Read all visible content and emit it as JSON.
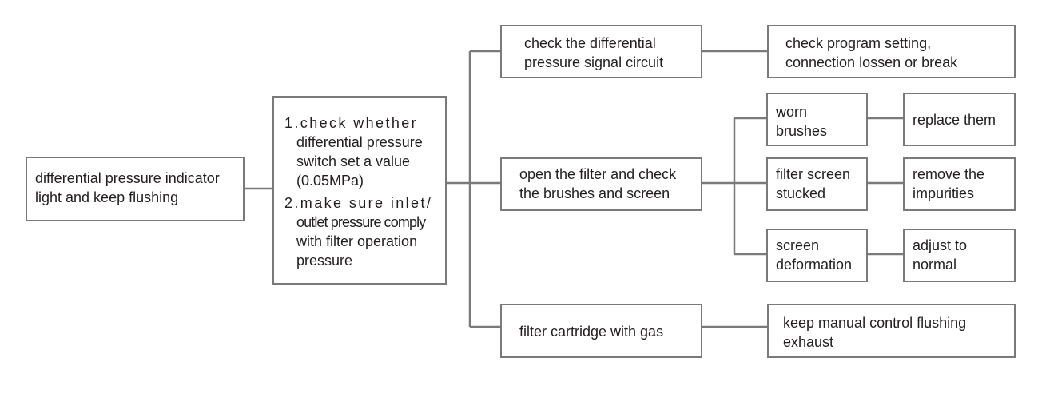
{
  "nodes": {
    "root": [
      "differential pressure indicator",
      "light and keep flushing"
    ],
    "check": {
      "item1_head": "1.check whether",
      "item1_rest": [
        "differential pressure",
        "switch set a value",
        "(0.05MPa)"
      ],
      "item2_head": "2.make sure inlet/",
      "item2_narrow": "outlet pressure comply",
      "item2_rest": [
        "with filter operation",
        "pressure"
      ]
    },
    "signal": [
      "check the differential",
      "pressure signal circuit"
    ],
    "program": [
      "check program setting,",
      "connection lossen or break"
    ],
    "open_filter": [
      "open the filter and check",
      "the brushes and screen"
    ],
    "worn": [
      "worn",
      "brushes"
    ],
    "replace": [
      "replace them"
    ],
    "stucked": [
      "filter screen",
      "stucked"
    ],
    "impurities": [
      "remove the",
      "impurities"
    ],
    "deformation": [
      "screen",
      "deformation"
    ],
    "adjust": [
      "adjust to",
      "normal"
    ],
    "gas": [
      "filter cartridge with gas"
    ],
    "manual": [
      "keep manual control flushing",
      "exhaust"
    ]
  }
}
